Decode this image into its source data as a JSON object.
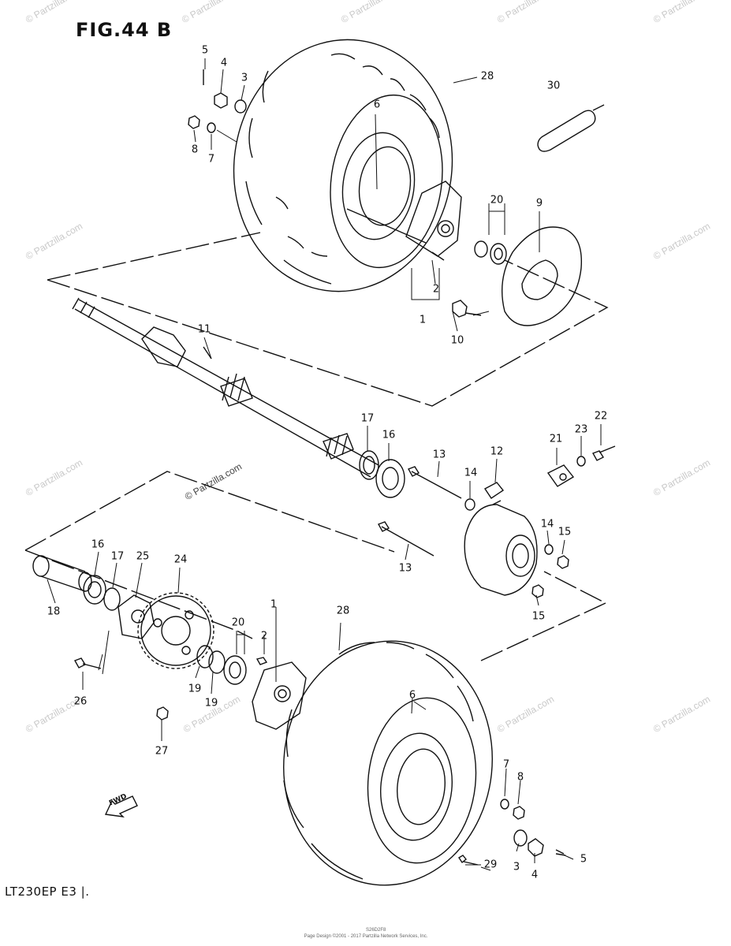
{
  "figure": {
    "title": "FIG.44 B",
    "model_code": "LT230EP  E3 |.",
    "footer_id": "S26D2F8",
    "footer_credit": "Page Design ©2001 - 2017 Partzilla Network Services, Inc.",
    "direction_label": "FWD"
  },
  "watermark": {
    "text": "© Partzilla.com"
  },
  "callouts": {
    "c1a": "1",
    "c1b": "1",
    "c2a": "2",
    "c2b": "2",
    "c3a": "3",
    "c3b": "3",
    "c4a": "4",
    "c4b": "4",
    "c5a": "5",
    "c5b": "5",
    "c6a": "6",
    "c6b": "6",
    "c7a": "7",
    "c7b": "7",
    "c8a": "8",
    "c8b": "8",
    "c9": "9",
    "c10": "10",
    "c11": "11",
    "c12": "12",
    "c13a": "13",
    "c13b": "13",
    "c14a": "14",
    "c14b": "14",
    "c15a": "15",
    "c15b": "15",
    "c16a": "16",
    "c16b": "16",
    "c17a": "17",
    "c17b": "17",
    "c18": "18",
    "c19a": "19",
    "c19b": "19",
    "c20a": "20",
    "c20b": "20",
    "c21": "21",
    "c22": "22",
    "c23": "23",
    "c24": "24",
    "c25": "25",
    "c26": "26",
    "c27": "27",
    "c28a": "28",
    "c28b": "28",
    "c29": "29",
    "c30": "30"
  }
}
